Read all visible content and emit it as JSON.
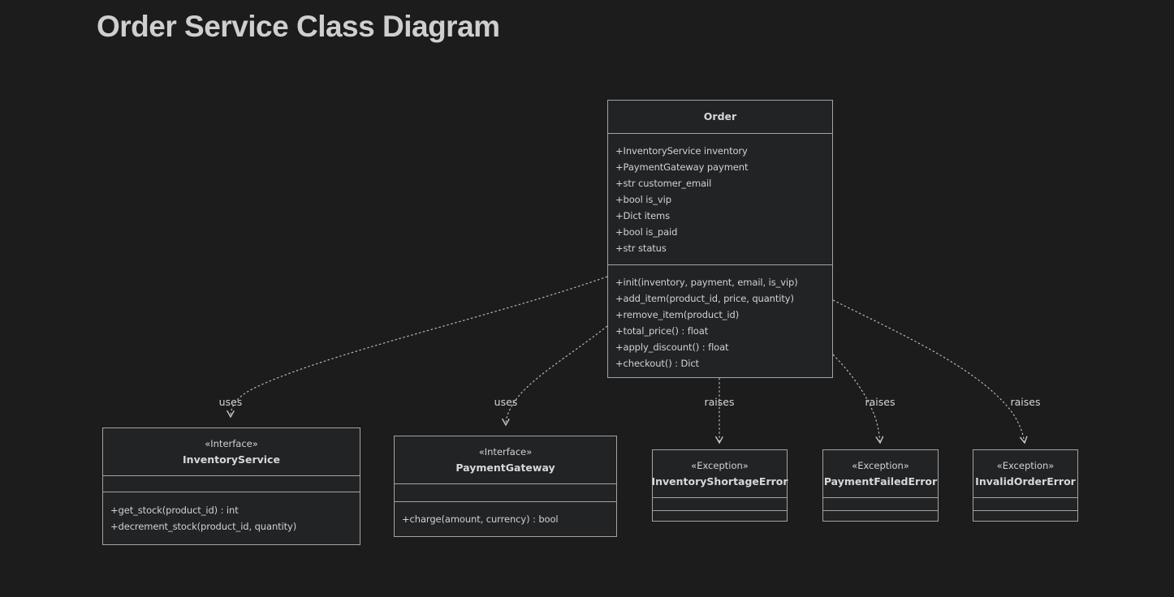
{
  "title": "Order Service Class Diagram",
  "colors": {
    "background": "#1c1c1c",
    "node_fill": "#222324",
    "node_border": "#a3a3a3",
    "text": "#d2d2d2",
    "edge_line": "#c2c2c2"
  },
  "classes": [
    {
      "name": "Order",
      "attributes": [
        "+InventoryService inventory",
        "+PaymentGateway payment",
        "+str customer_email",
        "+bool is_vip",
        "+Dict items",
        "+bool is_paid",
        "+str status"
      ],
      "methods": [
        "+init(inventory, payment, email, is_vip)",
        "+add_item(product_id, price, quantity)",
        "+remove_item(product_id)",
        "+total_price() : float",
        "+apply_discount() : float",
        "+checkout() : Dict"
      ]
    },
    {
      "annotation": "«Interface»",
      "name": "InventoryService",
      "attributes": [],
      "methods": [
        "+get_stock(product_id) : int",
        "+decrement_stock(product_id, quantity)"
      ]
    },
    {
      "annotation": "«Interface»",
      "name": "PaymentGateway",
      "attributes": [],
      "methods": [
        "+charge(amount, currency) : bool"
      ]
    },
    {
      "annotation": "«Exception»",
      "name": "InventoryShortageError",
      "attributes": [],
      "methods": []
    },
    {
      "annotation": "«Exception»",
      "name": "PaymentFailedError",
      "attributes": [],
      "methods": []
    },
    {
      "annotation": "«Exception»",
      "name": "InvalidOrderError",
      "attributes": [],
      "methods": []
    }
  ],
  "edges": [
    {
      "label": "uses",
      "from": "Order",
      "to": "InventoryService"
    },
    {
      "label": "uses",
      "from": "Order",
      "to": "PaymentGateway"
    },
    {
      "label": "raises",
      "from": "Order",
      "to": "InventoryShortageError"
    },
    {
      "label": "raises",
      "from": "Order",
      "to": "PaymentFailedError"
    },
    {
      "label": "raises",
      "from": "Order",
      "to": "InvalidOrderError"
    }
  ]
}
